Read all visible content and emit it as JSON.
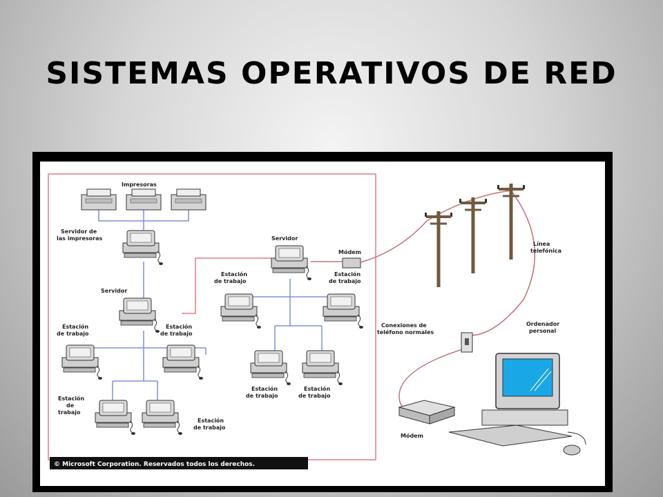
{
  "slide": {
    "title": "Sistemas operativos de red"
  },
  "diagram": {
    "labels": {
      "printers": "Impresoras",
      "print_server_1": "Servidor de",
      "print_server_2": "las impresoras",
      "server_left": "Servidor",
      "server_center": "Servidor",
      "modem_top": "Módem",
      "phone_line_1": "Línea",
      "phone_line_2": "telefónica",
      "ws_center_left_1": "Estación",
      "ws_center_left_2": "de trabajo",
      "ws_center_right_1": "Estación",
      "ws_center_right_2": "de trabajo",
      "ws_left_a_1": "Estación",
      "ws_left_a_2": "de trabajo",
      "ws_left_b_1": "Estación",
      "ws_left_b_2": "de trabajo",
      "ws_bottom_a_1": "Estación",
      "ws_bottom_a_2": "de",
      "ws_bottom_a_3": "trabajo",
      "ws_bottom_b_1": "Estación",
      "ws_bottom_b_2": "de trabajo",
      "ws_bottom_c_1": "Estación",
      "ws_bottom_c_2": "de trabajo",
      "ws_bottom_d_1": "Estación",
      "ws_bottom_d_2": "de trabajo",
      "phone_conn_1": "Conexiones de",
      "phone_conn_2": "teléfono normales",
      "pc_1": "Ordenador",
      "pc_2": "personal",
      "modem_bottom": "Módem",
      "copyright": "© Microsoft Corporation. Reservados todos los derechos."
    },
    "colors": {
      "lan_box": "#e89aa6",
      "lan_cable": "#7f8fd6",
      "phone_cable": "#c0707a",
      "screen": "#1aa7e6"
    }
  }
}
